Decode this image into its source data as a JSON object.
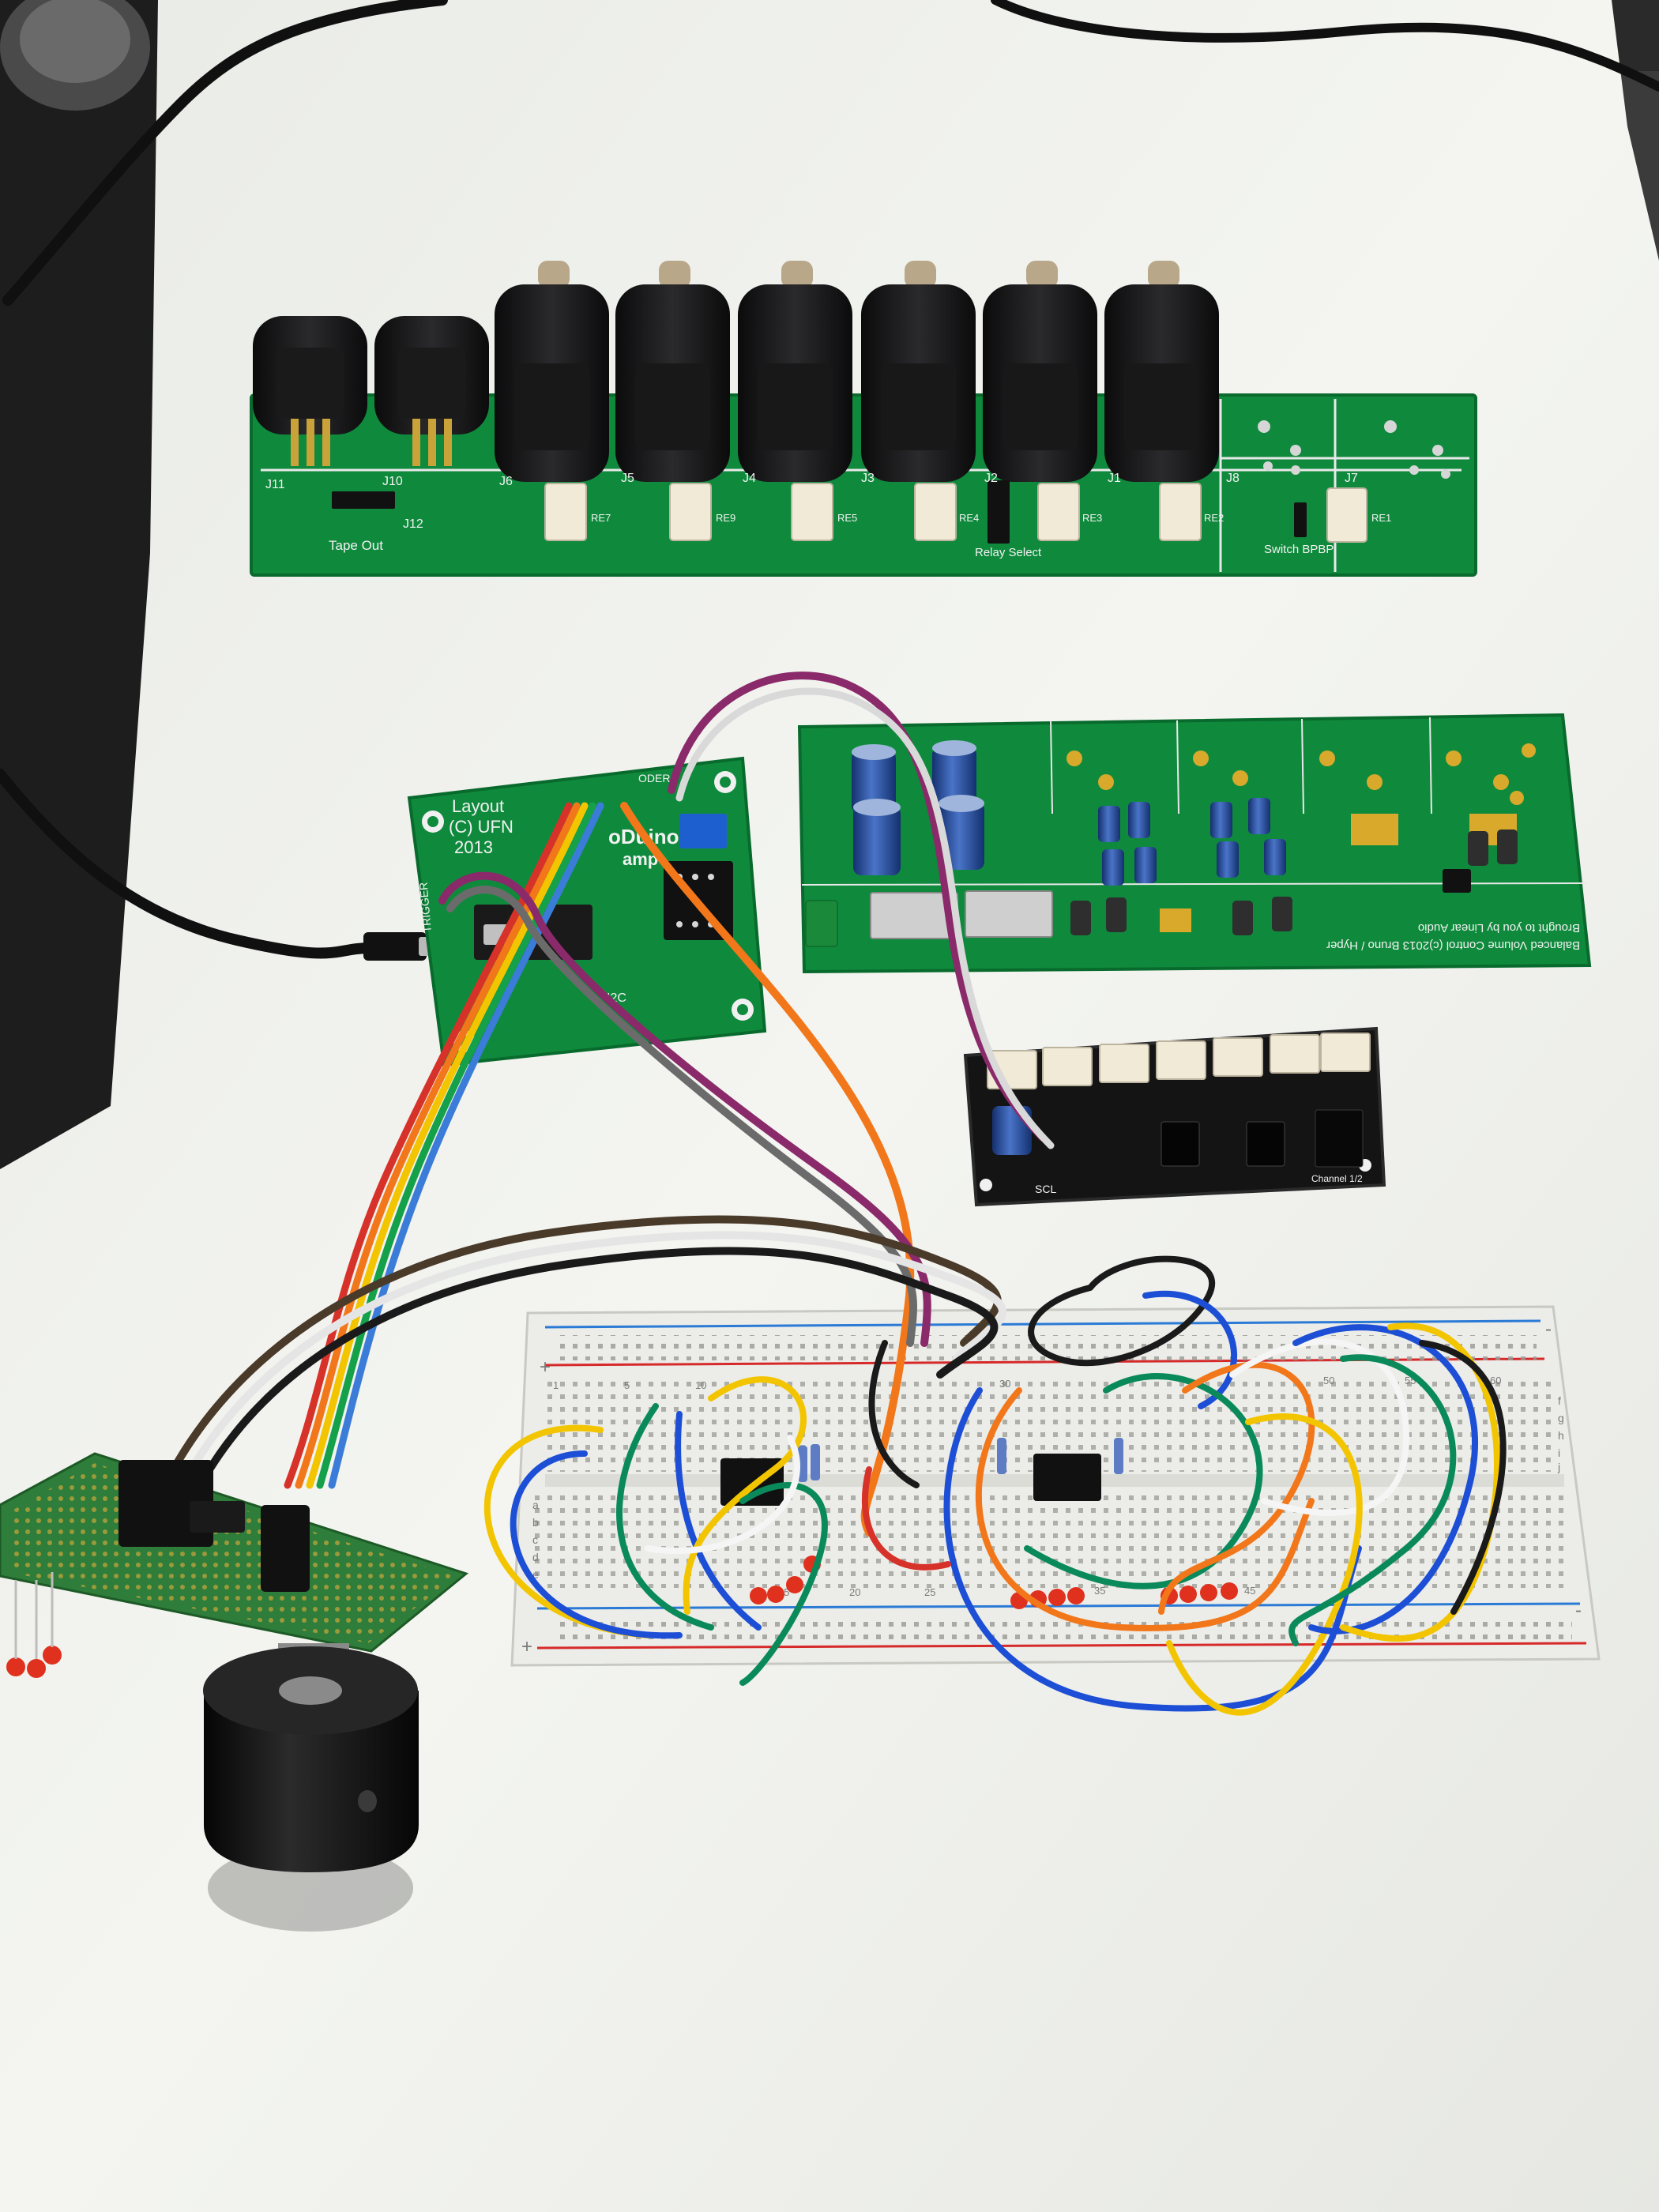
{
  "backplane_board": {
    "jack_labels": [
      "J11",
      "J10",
      "J6",
      "J5",
      "J4",
      "J3",
      "J2",
      "J1",
      "J8",
      "J7"
    ],
    "header_label": "J12",
    "relay_labels": [
      "RE7",
      "RE9",
      "RE5",
      "RE4",
      "RE3",
      "RE2",
      "RE1"
    ],
    "tape_out_label": "Tape Out",
    "relay_select_label": "Relay Select",
    "switch_label": "Switch BPBP"
  },
  "controller_board": {
    "title_line1": "Layout",
    "title_line2": "(C) UFN",
    "title_line3": "2013",
    "brand_partial": "oDuino",
    "preamp_partial": "amp",
    "encoder_label": "ODER",
    "trigger_label": "TRIGGER",
    "i2c_label": "I2C"
  },
  "volume_board": {
    "credit_line1": "Balanced Volume Control (c)2013 Bruno / Hyper",
    "credit_line2": "Brought to you by Linear Audio"
  },
  "relay_board": {
    "bus_label": "SCL",
    "channel_label": "Channel 1/2"
  },
  "breadboard": {
    "row_numbers": [
      "1",
      "5",
      "10",
      "15",
      "20",
      "25",
      "30",
      "35",
      "40",
      "45",
      "50",
      "55",
      "60"
    ],
    "row_letters_top": [
      "f",
      "g",
      "h",
      "i",
      "j"
    ],
    "row_letters_bottom": [
      "a",
      "b",
      "c",
      "d",
      "e"
    ],
    "rail_plus": "+",
    "rail_minus": "-"
  },
  "colors": {
    "pcb_green": "#0f8a3c",
    "paper": "#f3f4f0",
    "breadboard": "#eeeeea",
    "wire_blue": "#1d4fd6",
    "wire_yellow": "#f2c500",
    "wire_orange": "#f2771a",
    "wire_green": "#0a8a5a",
    "wire_purple": "#8a2a6a",
    "led_red": "#e0301e"
  }
}
